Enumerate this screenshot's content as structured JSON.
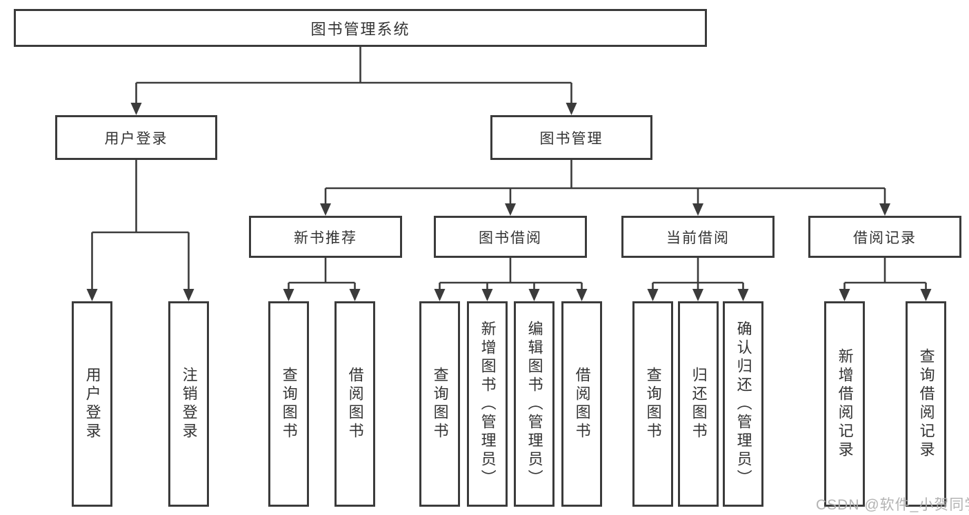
{
  "page": {
    "background": "#ffffff",
    "line_color": "#3b3b3b",
    "border_color": "#3b3b3b",
    "text_color": "#333333",
    "watermark_color": "#afafaf"
  },
  "watermark": {
    "text": "CSDN @软件_小贺同学"
  },
  "diagram": {
    "root": {
      "label": "图书管理系统"
    },
    "level2": [
      {
        "label": "用户登录",
        "leaves": [
          {
            "label": "用户登录"
          },
          {
            "label": "注销登录"
          }
        ]
      },
      {
        "label": "图书管理",
        "sections": [
          {
            "label": "新书推荐",
            "leaves": [
              {
                "label": "查询图书"
              },
              {
                "label": "借阅图书"
              }
            ]
          },
          {
            "label": "图书借阅",
            "leaves": [
              {
                "label": "查询图书"
              },
              {
                "label": "新增图书（管理员）"
              },
              {
                "label": "编辑图书（管理员）"
              },
              {
                "label": "借阅图书"
              }
            ]
          },
          {
            "label": "当前借阅",
            "leaves": [
              {
                "label": "查询图书"
              },
              {
                "label": "归还图书"
              },
              {
                "label": "确认归还（管理员）"
              }
            ]
          },
          {
            "label": "借阅记录",
            "leaves": [
              {
                "label": "新增借阅记录"
              },
              {
                "label": "查询借阅记录"
              }
            ]
          }
        ]
      }
    ]
  }
}
